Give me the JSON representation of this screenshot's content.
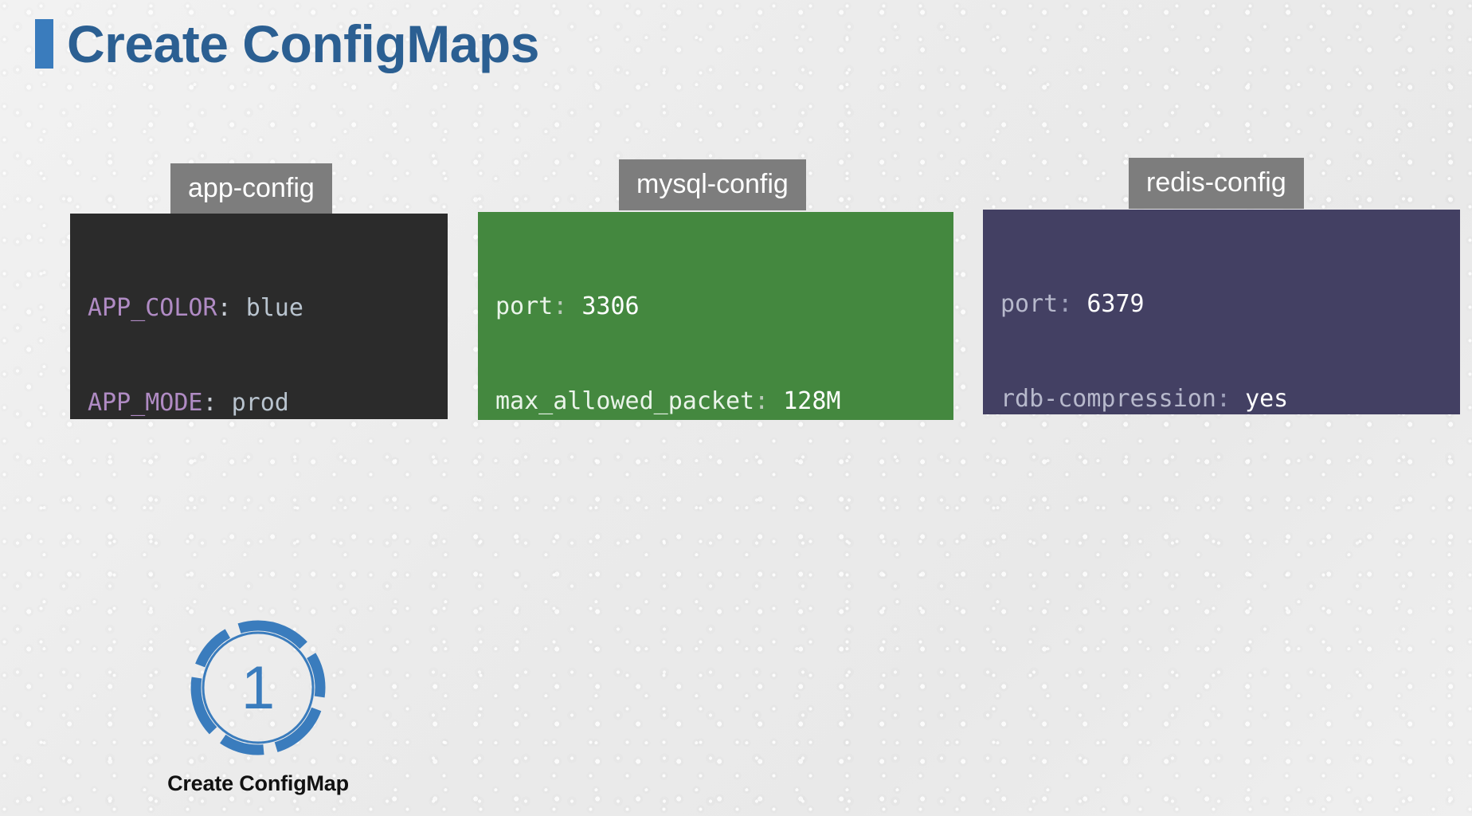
{
  "slide": {
    "title": "Create ConfigMaps",
    "accent_color": "#3a7cbd",
    "title_color": "#2b5f92",
    "background_color": "#efefef"
  },
  "configmaps": [
    {
      "name": "app-config",
      "tab_color": "#7d7d7d",
      "body_color": "#2b2b2b",
      "lines": [
        {
          "key": "APP_COLOR",
          "colon": ":",
          "value": "blue"
        },
        {
          "key": "APP_MODE",
          "colon": ":",
          "value": "prod"
        }
      ]
    },
    {
      "name": "mysql-config",
      "tab_color": "#7d7d7d",
      "body_color": "#44883f",
      "lines": [
        {
          "key": "port",
          "colon": ":",
          "value": "3306"
        },
        {
          "key": "max_allowed_packet",
          "colon": ":",
          "value": "128M"
        }
      ]
    },
    {
      "name": "redis-config",
      "tab_color": "#7d7d7d",
      "body_color": "#434063",
      "lines": [
        {
          "key": "port",
          "colon": ":",
          "value": "6379"
        },
        {
          "key": "rdb-compression",
          "colon": ":",
          "value": "yes"
        }
      ]
    }
  ],
  "step": {
    "number": "1",
    "label": "Create ConfigMap",
    "ring_color": "#3a7cbd"
  }
}
